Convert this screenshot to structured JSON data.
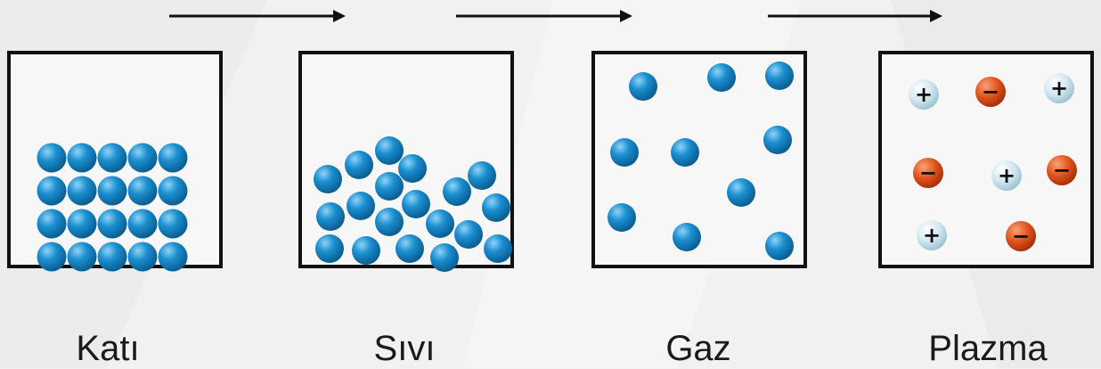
{
  "states": [
    {
      "label": "Katı"
    },
    {
      "label": "Sıvı"
    },
    {
      "label": "Gaz"
    },
    {
      "label": "Plazma"
    }
  ],
  "colors": {
    "background": "#f1f1f1",
    "frame": "#111111",
    "particle": "#1b8fd0",
    "positive_ion": "#cfe6ef",
    "negative_ion": "#e2541c"
  },
  "symbols": {
    "positive": "+",
    "negative": "−"
  }
}
